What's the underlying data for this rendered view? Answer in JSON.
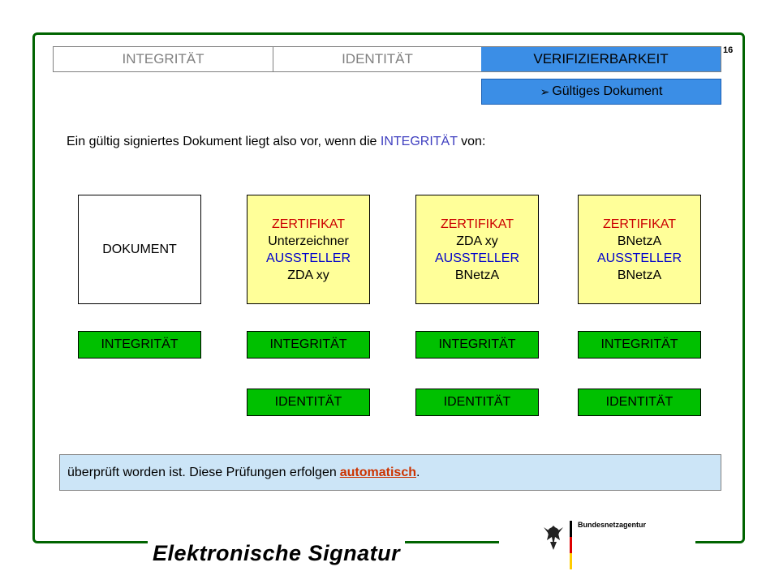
{
  "page_number": "16",
  "tabs": [
    "INTEGRITÄT",
    "IDENTITÄT",
    "VERIFIZIERBARKEIT"
  ],
  "subtab": {
    "arrow": "➢",
    "label": "Gültiges Dokument"
  },
  "intro": {
    "before": "Ein gültig signiertes Dokument liegt also vor, wenn die ",
    "highlight": "INTEGRITÄT",
    "after": " von:"
  },
  "boxes": [
    {
      "lines": [
        "DOKUMENT"
      ]
    },
    {
      "lines": [
        "ZERTIFIKAT",
        "Unterzeichner",
        "AUSSTELLER",
        "ZDA  xy"
      ]
    },
    {
      "lines": [
        "ZERTIFIKAT",
        "ZDA  xy",
        "AUSSTELLER",
        "BNetzA"
      ]
    },
    {
      "lines": [
        "ZERTIFIKAT",
        "BNetzA",
        "AUSSTELLER",
        "BNetzA"
      ]
    }
  ],
  "integritaet_label": "INTEGRITÄT",
  "identitaet_label": "IDENTITÄT",
  "bottom": {
    "text": "überprüft worden ist. Diese Prüfungen erfolgen",
    "emphasis": "automatisch",
    "end": "."
  },
  "footer": {
    "title": "Elektronische Signatur",
    "logo_text": "Bundesnetzagentur"
  },
  "colors": {
    "frame": "#006400",
    "tab_active": "#3b8ee6",
    "green_button": "#00c000",
    "yellow_box": "#ffff99",
    "note_bg": "#cce5f7"
  }
}
